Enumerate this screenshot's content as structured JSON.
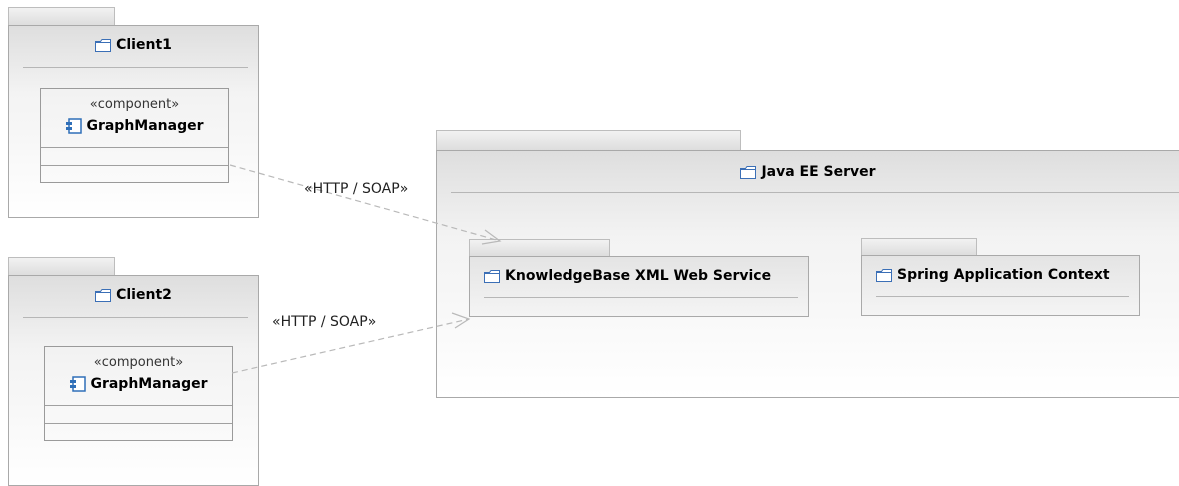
{
  "packages": {
    "client1": {
      "title": "Client1"
    },
    "client2": {
      "title": "Client2"
    },
    "javaee": {
      "title": "Java EE Server"
    },
    "kb": {
      "title": "KnowledgeBase XML Web Service"
    },
    "spring": {
      "title": "Spring Application Context"
    }
  },
  "components": {
    "c1": {
      "stereotype": "«component»",
      "name": "GraphManager"
    },
    "c2": {
      "stereotype": "«component»",
      "name": "GraphManager"
    }
  },
  "connectors": [
    {
      "label": "«HTTP / SOAP»"
    },
    {
      "label": "«HTTP / SOAP»"
    }
  ],
  "colors": {
    "connector_line": "#b9b9b9",
    "folder_icon": "#3b6fb6",
    "component_icon": "#2f6fb8"
  },
  "icons": {
    "package": "folder-icon",
    "component": "component-icon"
  }
}
